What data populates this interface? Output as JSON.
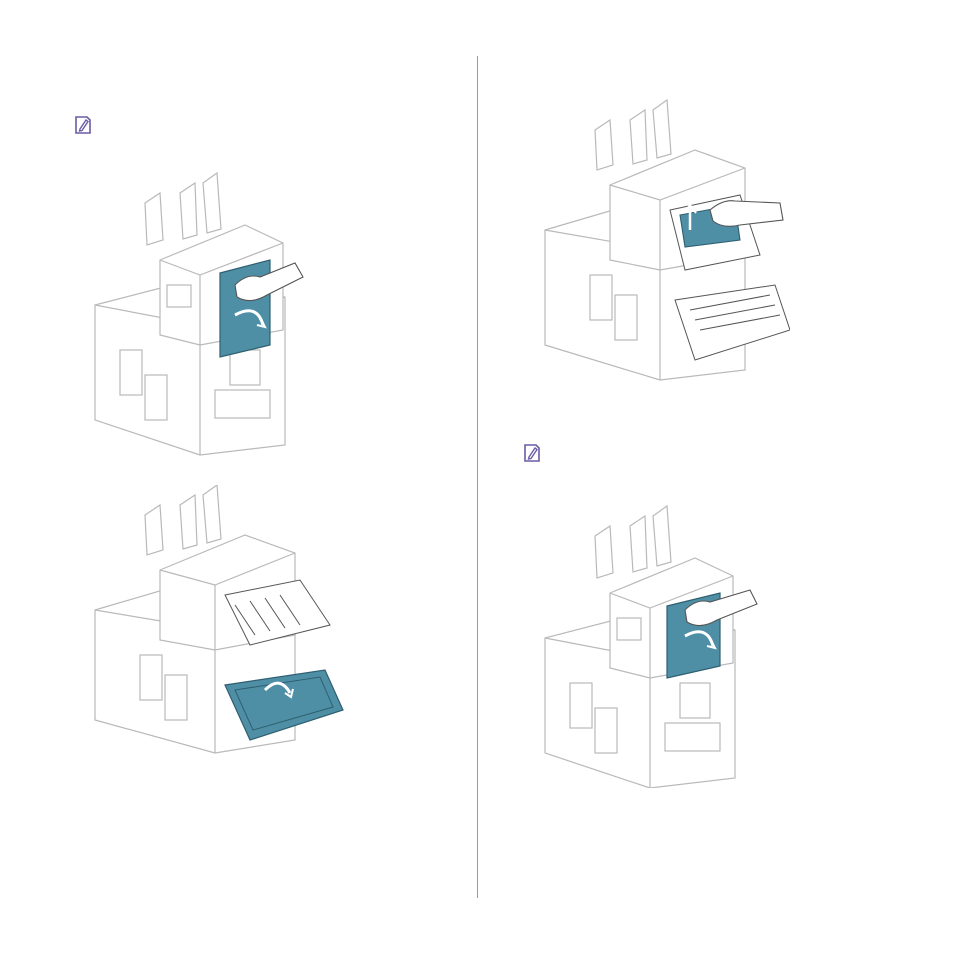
{
  "page": {
    "background": "#ffffff",
    "accent_color": "#6b5ca5",
    "panel_color": "#4f8fa6"
  },
  "notes": [
    {
      "icon": "note-pencil-icon"
    },
    {
      "icon": "note-pencil-icon"
    }
  ],
  "illustrations": [
    {
      "name": "open-finisher-rear-cover",
      "icon": "printer-with-finisher"
    },
    {
      "name": "open-duplex-unit",
      "icon": "printer-with-finisher"
    },
    {
      "name": "remove-jammed-paper",
      "icon": "printer-with-finisher"
    },
    {
      "name": "close-finisher-rear-cover",
      "icon": "printer-with-finisher"
    }
  ]
}
